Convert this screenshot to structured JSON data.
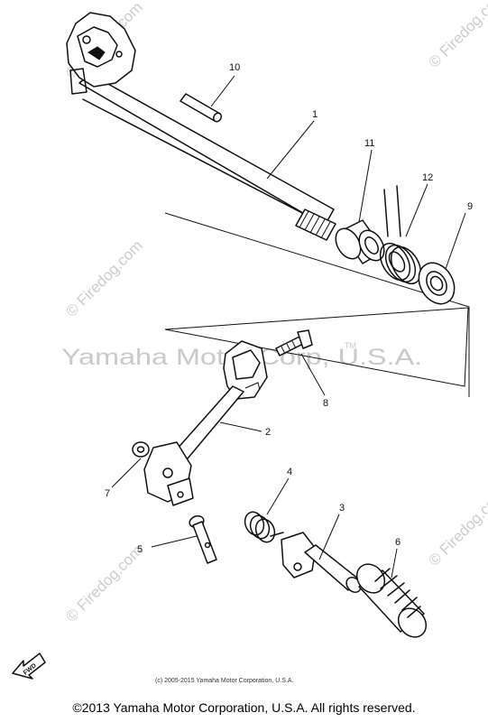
{
  "watermarks": {
    "center": "Yamaha Motor Corp, U.S.A.",
    "tm": "TM",
    "site": "© Firedog.com"
  },
  "callouts": {
    "c1": "1",
    "c2": "2",
    "c3": "3",
    "c4": "4",
    "c5": "5",
    "c6": "6",
    "c7": "7",
    "c8": "8",
    "c9": "9",
    "c10": "10",
    "c11": "11",
    "c12": "12"
  },
  "fwd_label": "FWD",
  "small_copyright": "(c) 2005-2015 Yamaha Motor Corporation, U.S.A.",
  "footer_copyright": "©2013 Yamaha Motor Corporation, U.S.A. All rights reserved."
}
